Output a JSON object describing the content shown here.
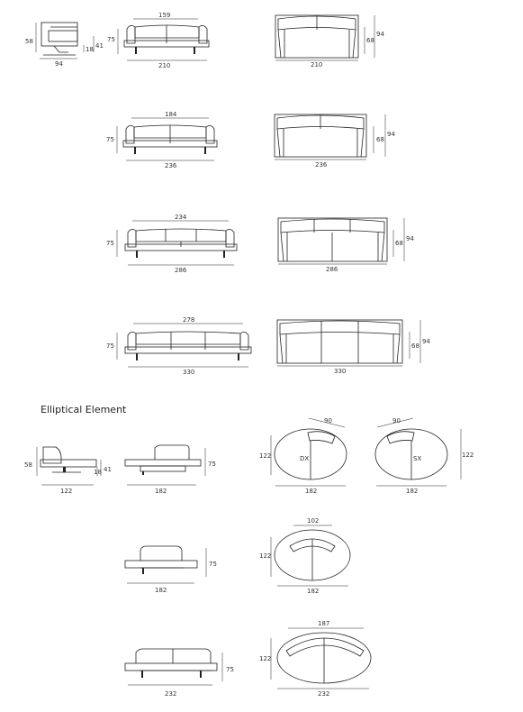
{
  "section_heading": "Elliptical Element",
  "row1": {
    "side": {
      "width": "94",
      "height": "58",
      "seat": "41",
      "leg": "18"
    },
    "front": {
      "seat_width": "159",
      "width": "210",
      "height": "75"
    },
    "top": {
      "width": "210",
      "depth_inner": "68",
      "depth": "94"
    }
  },
  "row2": {
    "front": {
      "seat_width": "184",
      "width": "236",
      "height": "75"
    },
    "top": {
      "width": "236",
      "depth_inner": "68",
      "depth": "94"
    }
  },
  "row3": {
    "front": {
      "seat_width": "234",
      "width": "286",
      "height": "75"
    },
    "top": {
      "width": "286",
      "depth_inner": "68",
      "depth": "94"
    }
  },
  "row4": {
    "front": {
      "seat_width": "278",
      "width": "330",
      "height": "75"
    },
    "top": {
      "width": "330",
      "depth_inner": "68",
      "depth": "94"
    }
  },
  "ellip1": {
    "side": {
      "width": "122",
      "height": "58",
      "seat": "41",
      "leg": "18"
    },
    "front": {
      "width": "182",
      "height": "75"
    },
    "top_dx": {
      "arc": "90",
      "depth": "122",
      "width": "182",
      "label": "DX"
    },
    "top_sx": {
      "arc": "90",
      "depth": "122",
      "width": "182",
      "label": "SX"
    }
  },
  "ellip2": {
    "front": {
      "width": "182",
      "height": "75"
    },
    "top": {
      "arc": "102",
      "depth": "122",
      "width": "182"
    }
  },
  "ellip3": {
    "front": {
      "width": "232",
      "height": "75"
    },
    "top": {
      "arc": "187",
      "depth": "122",
      "width": "232"
    }
  }
}
